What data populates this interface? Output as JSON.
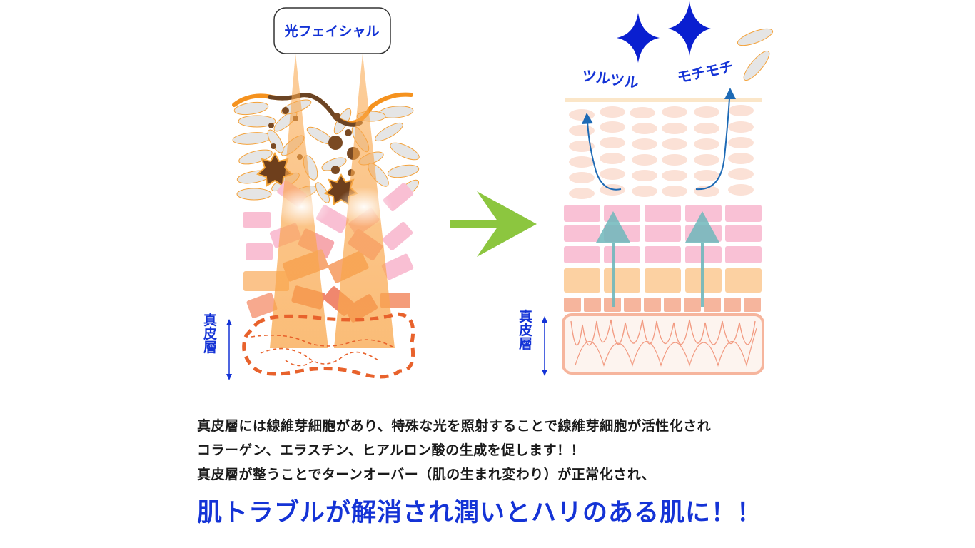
{
  "left_diagram": {
    "bubble_label": "光フェイシャル",
    "dermis_label": "真皮層"
  },
  "right_diagram": {
    "label_smooth": "ツルツル",
    "label_bouncy": "モチモチ",
    "dermis_label": "真皮層"
  },
  "description": {
    "line1": "真皮層には線維芽細胞があり、特殊な光を照射することで線維芽細胞が活性化され",
    "line2": "コラーゲン、エラスチン、ヒアルロン酸の生成を促します！！",
    "line3": "真皮層が整うことでターンオーバー（肌の生まれ変わり）が正常化され、",
    "headline": "肌トラブルが解消され潤いとハリのある肌に！！"
  },
  "colors": {
    "label_blue": "#1433d6",
    "arrow_green": "#8cc63f",
    "light_orange": "#f9a64a",
    "skin_pink": "#f9c6d6",
    "dermis_outline": "#e8622c",
    "teal": "#6fb7bb"
  }
}
